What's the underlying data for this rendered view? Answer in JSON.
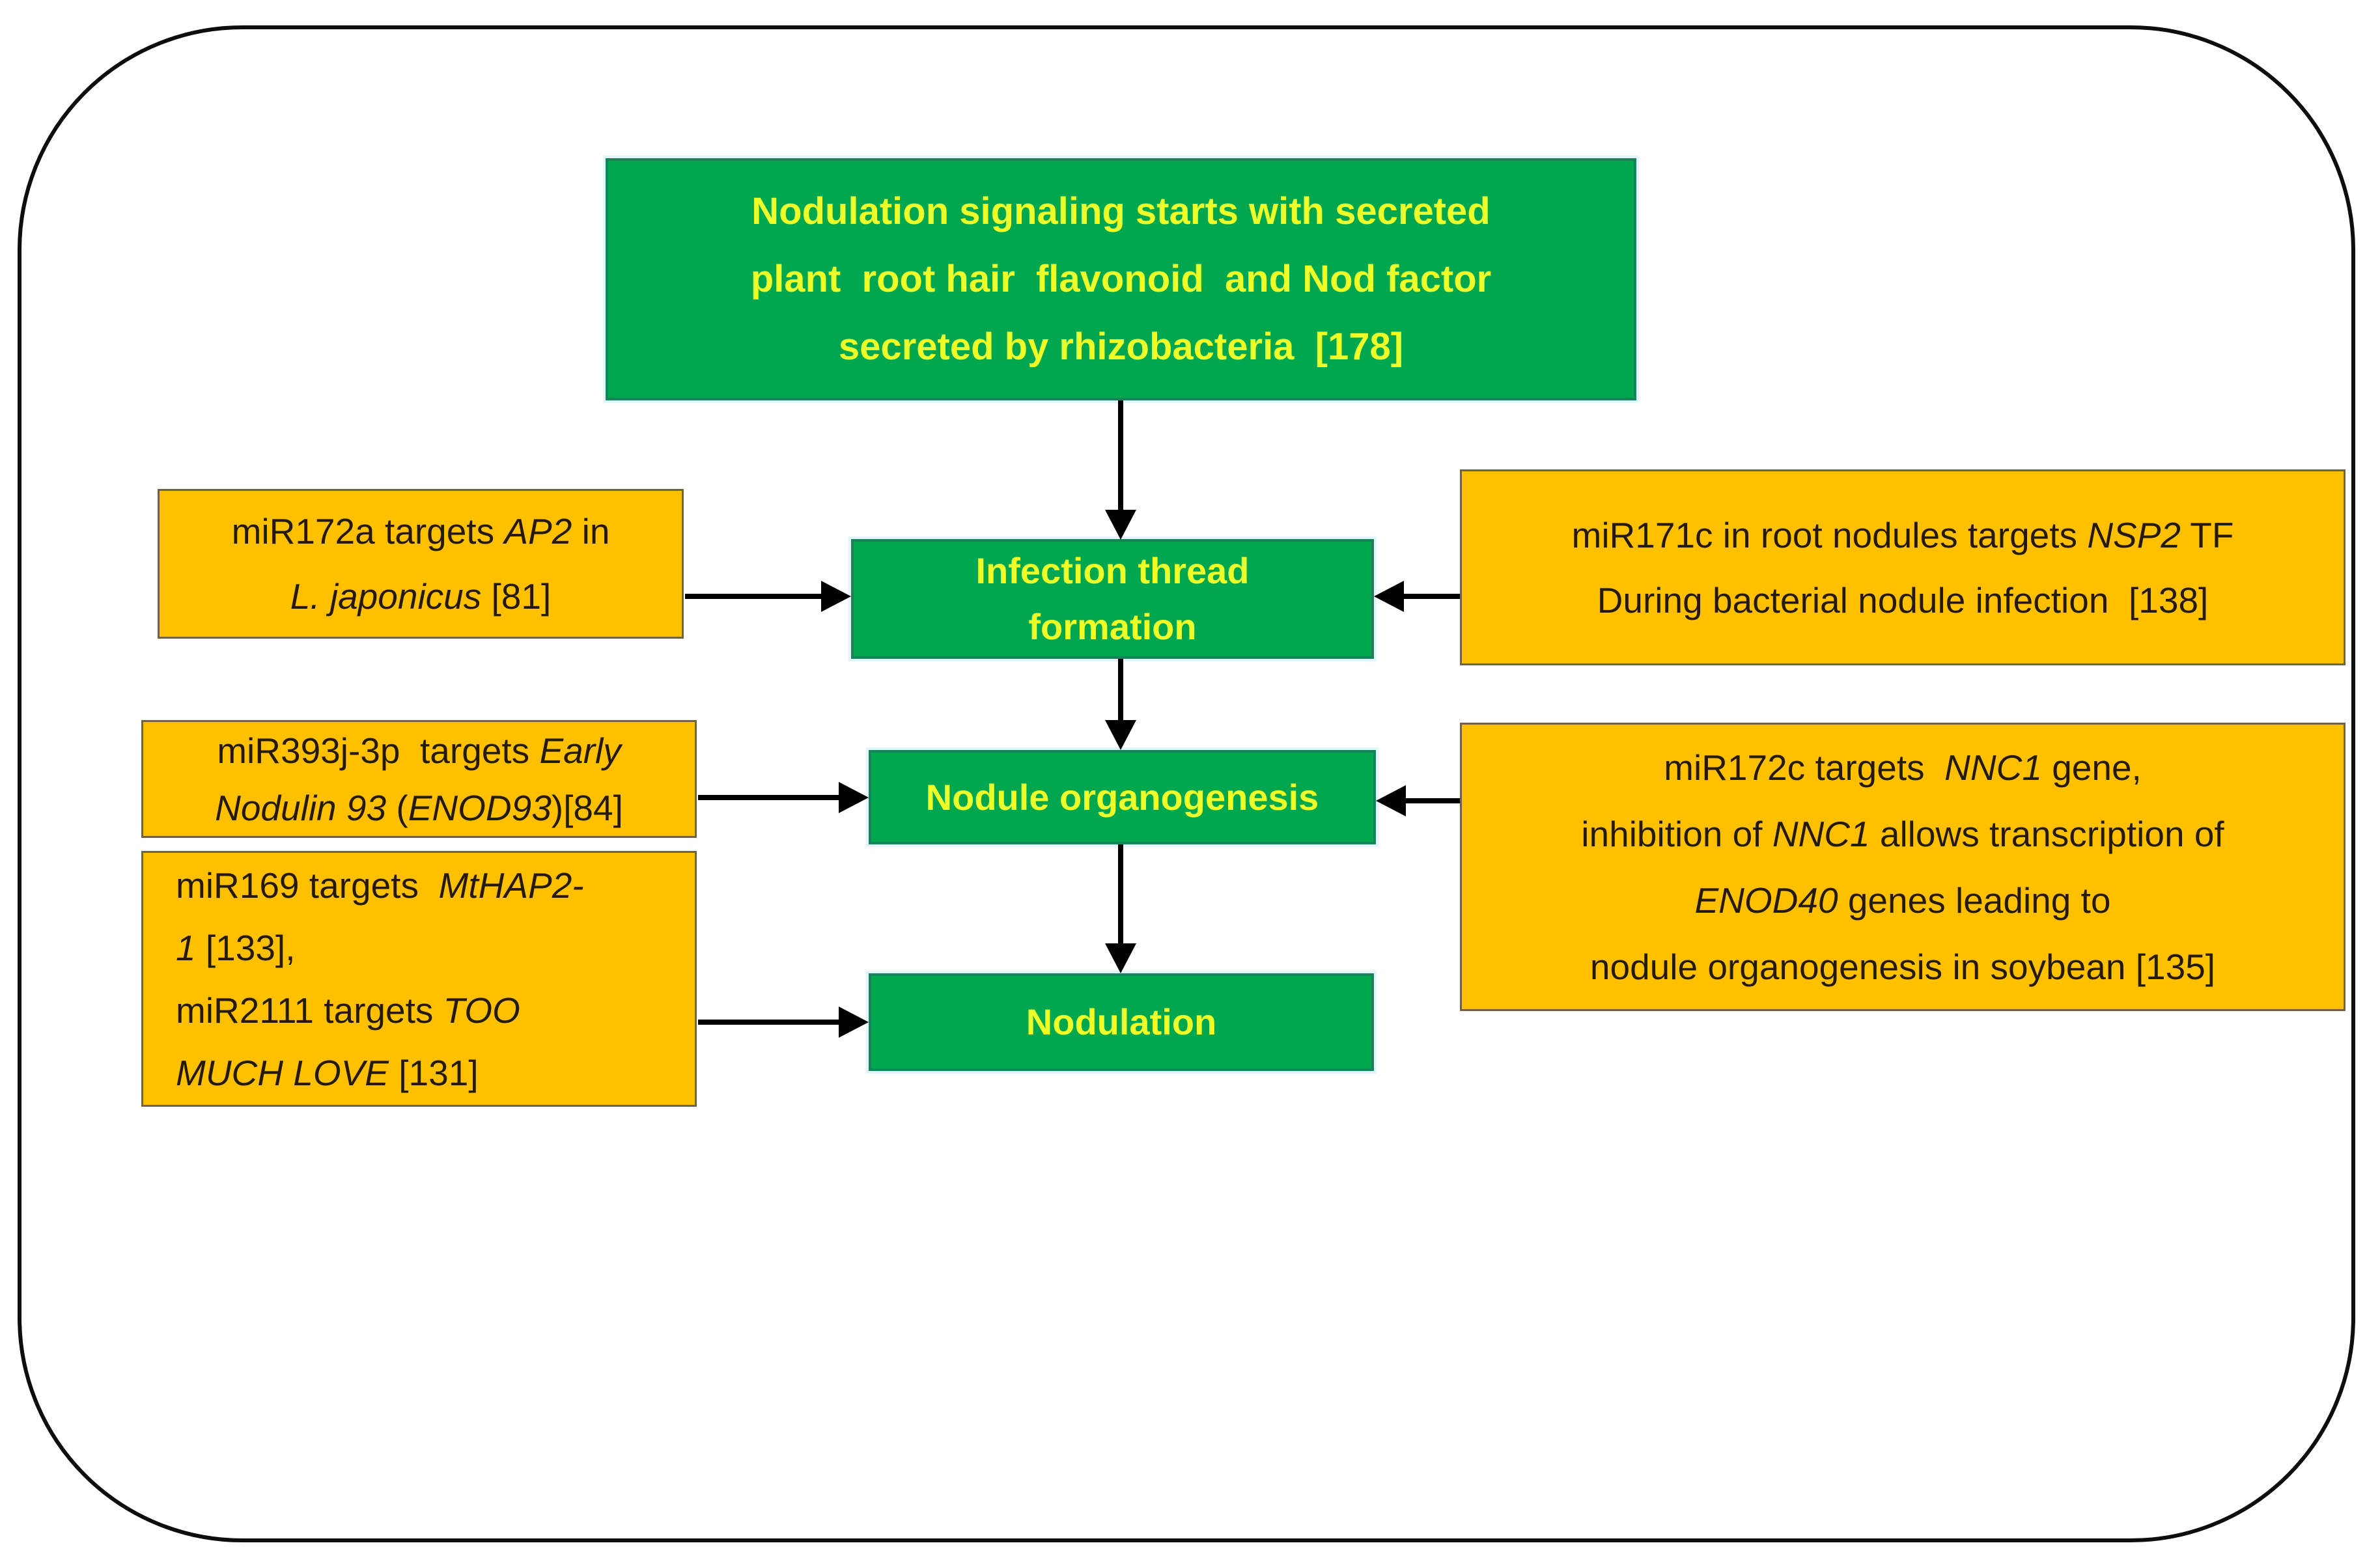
{
  "palette": {
    "green": "#00A74F",
    "green_border": "#168459",
    "orange": "#FFC000",
    "orange_border": "#6F6342",
    "yellow_text": "#EDFF28",
    "dark_text": "#251B04",
    "arrow": "#000000",
    "frame_border": "#0D0D0D"
  },
  "boxes": {
    "source": {
      "lines": [
        [
          {
            "t": "Nodulation signaling starts with secreted"
          }
        ],
        [
          {
            "t": "plant  root hair  flavonoid  and Nod factor"
          }
        ],
        [
          {
            "t": "secreted by rhizobacteria  [178]"
          }
        ]
      ]
    },
    "infection": {
      "lines": [
        [
          {
            "t": "Infection thread"
          }
        ],
        [
          {
            "t": "formation"
          }
        ]
      ]
    },
    "organogenesis": {
      "lines": [
        [
          {
            "t": "Nodule organogenesis"
          }
        ]
      ]
    },
    "nodulation": {
      "lines": [
        [
          {
            "t": "Nodulation"
          }
        ]
      ]
    },
    "left1": {
      "lines": [
        [
          {
            "t": "miR172a targets "
          },
          {
            "t": "AP2",
            "i": 1
          },
          {
            "t": " in"
          }
        ],
        [
          {
            "t": "L. japonicus",
            "i": 1
          },
          {
            "t": " [81]"
          }
        ]
      ]
    },
    "left2": {
      "lines": [
        [
          {
            "t": "miR393j-3p  targets "
          },
          {
            "t": "Early",
            "i": 1
          }
        ],
        [
          {
            "t": "Nodulin 93",
            "i": 1
          },
          {
            "t": " ("
          },
          {
            "t": "ENOD93",
            "i": 1
          },
          {
            "t": ")[84]"
          }
        ]
      ]
    },
    "left3": {
      "lines": [
        [
          {
            "t": "miR169 targets  "
          },
          {
            "t": "MtHAP2-",
            "i": 1
          }
        ],
        [
          {
            "t": "1",
            "i": 1
          },
          {
            "t": " [133],"
          }
        ],
        [
          {
            "t": "miR2111 targets "
          },
          {
            "t": "TOO",
            "i": 1
          }
        ],
        [
          {
            "t": "MUCH LOVE",
            "i": 1
          },
          {
            "t": " [131]"
          }
        ]
      ]
    },
    "right1": {
      "lines": [
        [
          {
            "t": "miR171c in root nodules targets "
          },
          {
            "t": "NSP2",
            "i": 1
          },
          {
            "t": " TF"
          }
        ],
        [
          {
            "t": "During bacterial nodule infection  [138]"
          }
        ]
      ]
    },
    "right2": {
      "lines": [
        [
          {
            "t": "miR172c targets  "
          },
          {
            "t": "NNC1",
            "i": 1
          },
          {
            "t": " gene,"
          }
        ],
        [
          {
            "t": "inhibition of "
          },
          {
            "t": "NNC1",
            "i": 1
          },
          {
            "t": " allows transcription of"
          }
        ],
        [
          {
            "t": "ENOD40",
            "i": 1
          },
          {
            "t": " genes leading to"
          }
        ],
        [
          {
            "t": "nodule organogenesis in soybean [135]"
          }
        ]
      ]
    }
  },
  "arrows": [
    {
      "from": "source",
      "to": "infection"
    },
    {
      "from": "infection",
      "to": "organogenesis"
    },
    {
      "from": "organogenesis",
      "to": "nodulation"
    },
    {
      "from": "left1",
      "to": "infection"
    },
    {
      "from": "right1",
      "to": "infection"
    },
    {
      "from": "left2",
      "to": "organogenesis"
    },
    {
      "from": "right2",
      "to": "organogenesis"
    },
    {
      "from": "left3",
      "to": "nodulation"
    }
  ]
}
